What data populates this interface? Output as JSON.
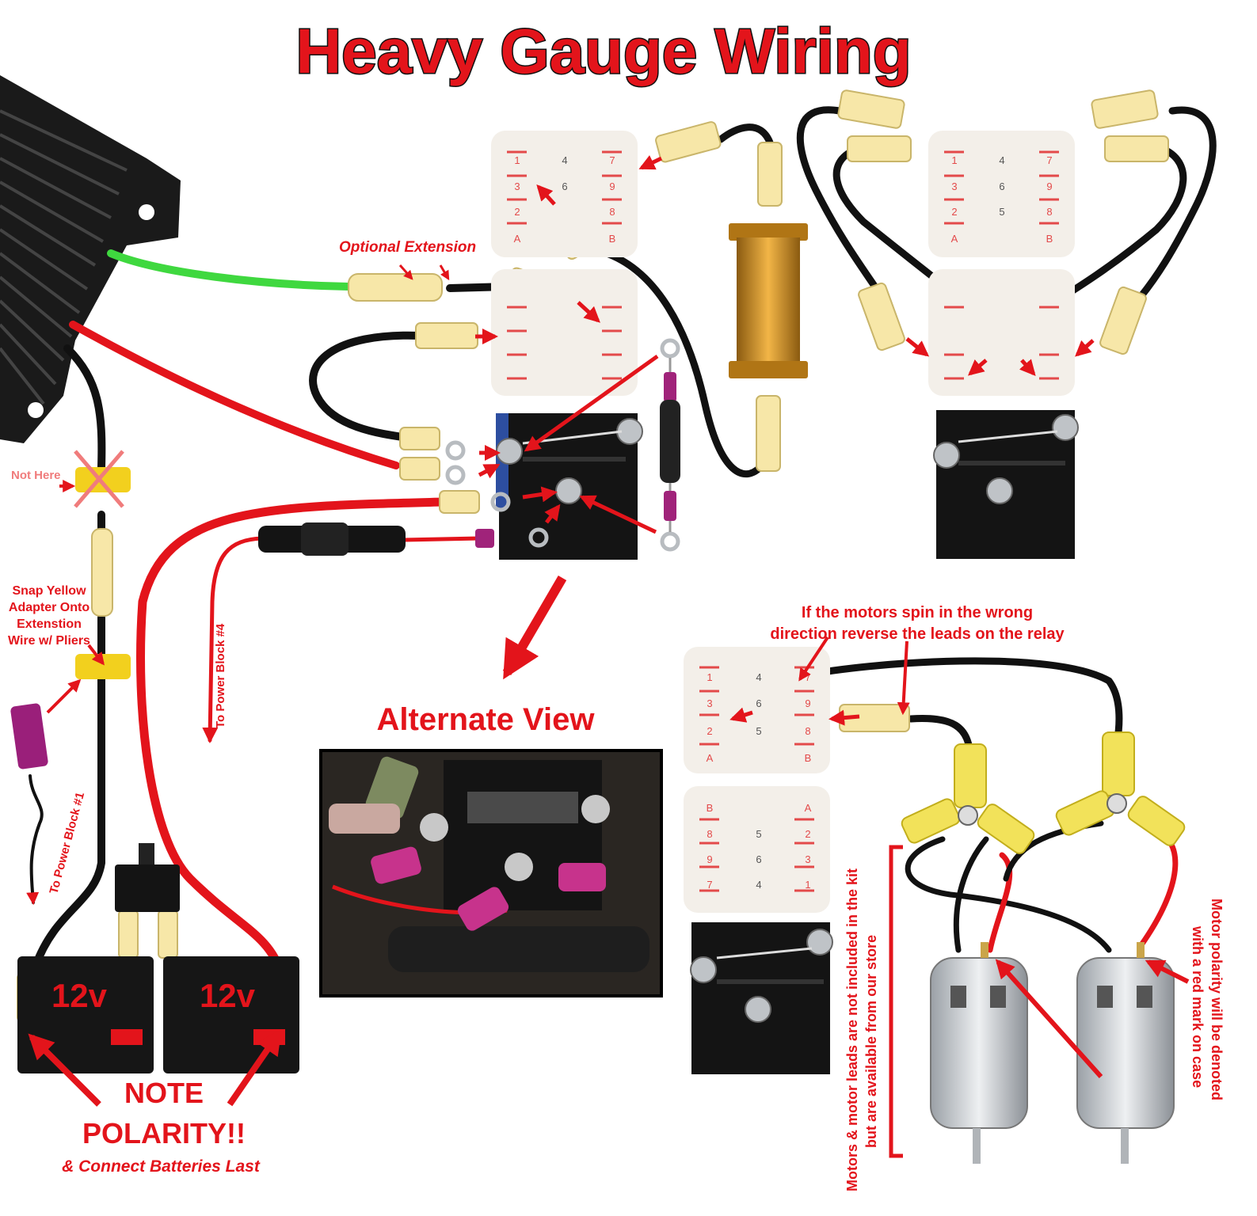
{
  "title": "Heavy Gauge Wiring",
  "labels": {
    "optional_extension": "Optional Extension",
    "not_here": "Not Here",
    "snap_yellow_1": "Snap Yellow",
    "snap_yellow_2": "Adapter Onto",
    "snap_yellow_3": "Extenstion",
    "snap_yellow_4": "Wire w/ Pliers",
    "to_power_block_4": "To Power Block #4",
    "to_power_block_1": "To Power Block #1",
    "battery_voltage": "12v",
    "note": "NOTE",
    "polarity": "POLARITY!!",
    "connect_last": "& Connect Batteries Last",
    "alternate_view": "Alternate View",
    "wrong_direction_1": "If the motors spin in the wrong",
    "wrong_direction_2": "direction reverse the leads on the relay",
    "leads_note_1": "Motors & motor leads are not included in the kit",
    "leads_note_2": "but are available from our store",
    "polarity_note_1": "Motor polarity will be denoted",
    "polarity_note_2": "with a red mark on case"
  },
  "relay_pins": {
    "top_row": [
      "1",
      "4",
      "7"
    ],
    "mid_row": [
      "3",
      "6",
      "9"
    ],
    "low_row": [
      "2",
      "5",
      "8"
    ],
    "bottom_row": [
      "A",
      "B"
    ],
    "lower_top": [
      "B",
      "A"
    ],
    "lower_mid": [
      "8",
      "5",
      "2"
    ],
    "lower_low": [
      "9",
      "6",
      "3"
    ],
    "lower_last": [
      "7",
      "4",
      "1"
    ]
  },
  "colors": {
    "wire_red": "#e3141b",
    "wire_green": "#3fd83f",
    "wire_black": "#111111",
    "connector_yellow": "#f7e7a8",
    "arrow_red": "#e3141b"
  }
}
